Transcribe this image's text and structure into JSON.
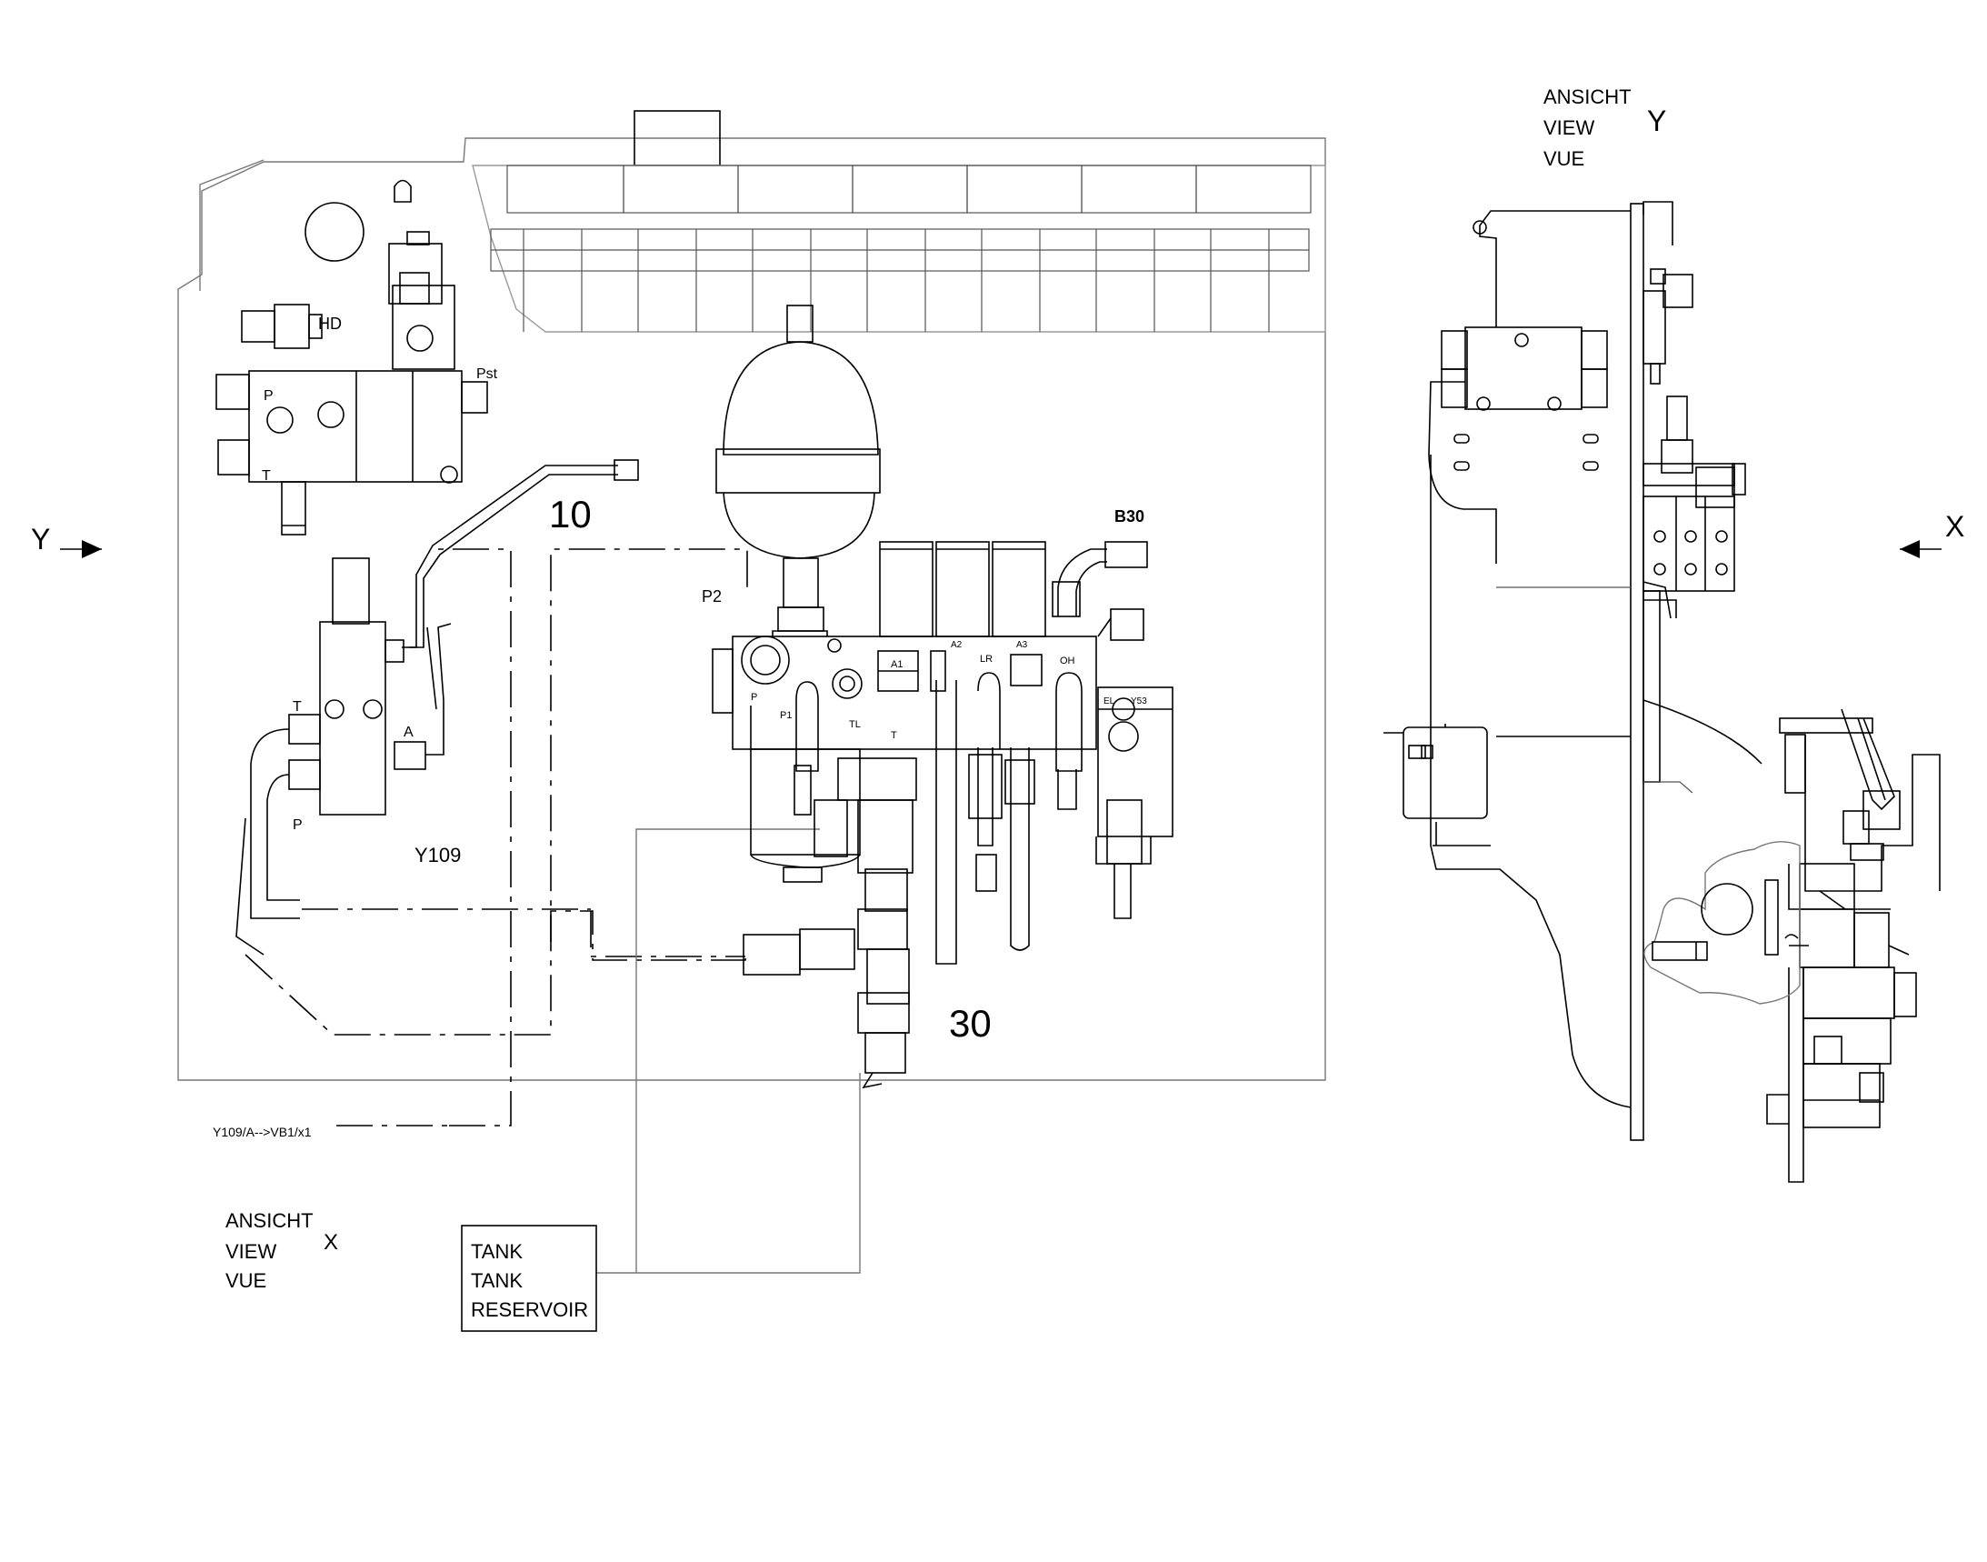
{
  "labels": {
    "view_y_header": [
      "ANSICHT",
      "VIEW",
      "VUE"
    ],
    "view_y_letter": "Y",
    "view_x_header": [
      "ANSICHT",
      "VIEW",
      "VUE"
    ],
    "view_x_letter": "X",
    "arrow_y": "Y",
    "arrow_x": "X",
    "ref_10": "10",
    "ref_30": "30",
    "b30": "B30",
    "p2": "P2",
    "hd": "HD",
    "p_top": "P",
    "t_top": "T",
    "pst": "Pst",
    "t_y109": "T",
    "a_y109": "A",
    "p_y109": "P",
    "y109": "Y109",
    "y109_note": "Y109/A-->VB1/x1",
    "manifold_p": "P",
    "manifold_p1": "P1",
    "manifold_tl": "TL",
    "manifold_t": "T",
    "manifold_a1": "A1",
    "manifold_a2": "A2",
    "manifold_lr": "LR",
    "manifold_a3": "A3",
    "manifold_oh": "OH",
    "manifold_el": "EL",
    "manifold_y53": "Y53",
    "tank": [
      "TANK",
      "TANK",
      "RESERVOIR"
    ]
  }
}
